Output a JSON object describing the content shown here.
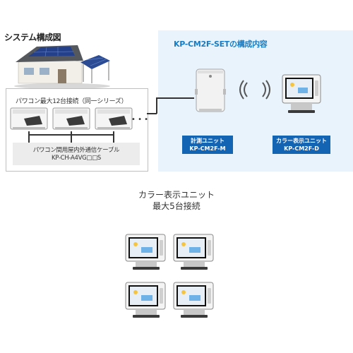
{
  "system_title": "システム構成図",
  "set_title": "KP-CM2F-SETの構成内容",
  "pcs_caption": "パワコン最大12台接続（同一シリーズ）",
  "cable": {
    "line1": "パワコン間用屋内外通信ケーブル",
    "line2": "KP-CH-A4VG□□S"
  },
  "measurement_unit": {
    "line1": "計測ユニット",
    "line2": "KP-CM2F-M"
  },
  "display_unit": {
    "line1": "カラー表示ユニット",
    "line2": "KP-CM2F-D"
  },
  "lower_caption": {
    "line1": "カラー表示ユニット",
    "line2": "最大5台接続"
  },
  "ellipsis": "• • •",
  "colors": {
    "accent": "#1a7cc2",
    "label_bg": "#1464b4",
    "panel_bg": "#e8f3fb"
  },
  "icons": [
    "house-solar-icon",
    "power-conditioner-icon",
    "measurement-unit-icon",
    "wireless-signal-icon",
    "display-unit-icon"
  ]
}
